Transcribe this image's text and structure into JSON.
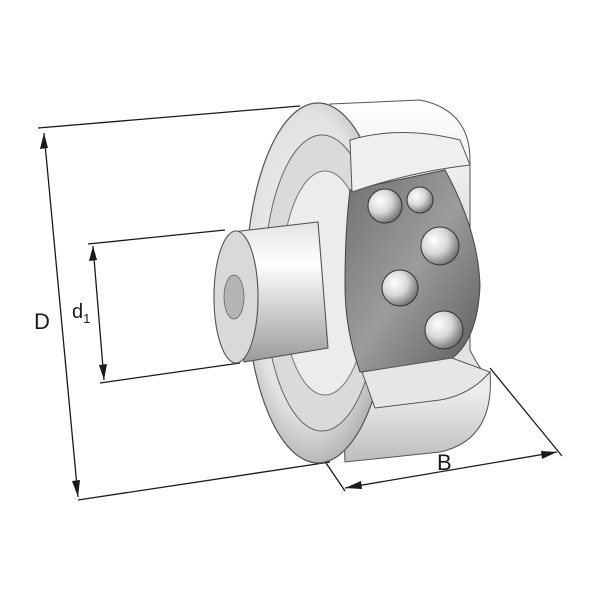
{
  "diagram": {
    "labels": {
      "outer_diameter": "D",
      "inner_diameter_letter": "d",
      "inner_diameter_subscript": "1",
      "width": "B"
    },
    "colors": {
      "line": "#1a1a1a",
      "metal_light": "#f4f4f4",
      "metal_mid": "#d2d2d2",
      "metal_dark": "#8e8e8e",
      "background": "#ffffff"
    }
  }
}
